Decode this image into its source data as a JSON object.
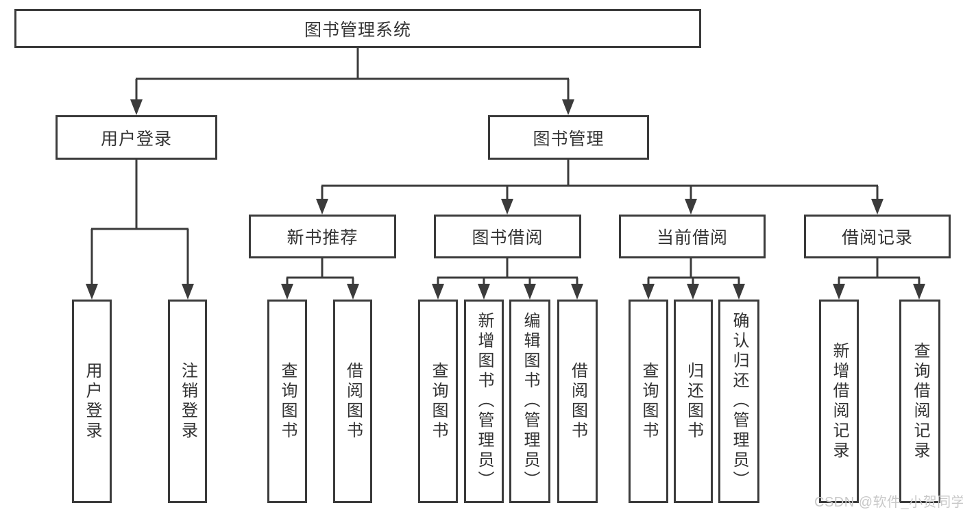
{
  "diagram": {
    "tree": {
      "root": {
        "label": "图书管理系统",
        "children": [
          {
            "label": "用户登录",
            "children": [
              {
                "label": "用户登录"
              },
              {
                "label": "注销登录"
              }
            ]
          },
          {
            "label": "图书管理",
            "children": [
              {
                "label": "新书推荐",
                "children": [
                  {
                    "label": "查询图书"
                  },
                  {
                    "label": "借阅图书"
                  }
                ]
              },
              {
                "label": "图书借阅",
                "children": [
                  {
                    "label": "查询图书"
                  },
                  {
                    "label": "新增图书（管理员）"
                  },
                  {
                    "label": "编辑图书（管理员）"
                  },
                  {
                    "label": "借阅图书"
                  }
                ]
              },
              {
                "label": "当前借阅",
                "children": [
                  {
                    "label": "查询图书"
                  },
                  {
                    "label": "归还图书"
                  },
                  {
                    "label": "确认归还（管理员）"
                  }
                ]
              },
              {
                "label": "借阅记录",
                "children": [
                  {
                    "label": "新增借阅记录"
                  },
                  {
                    "label": "查询借阅记录"
                  }
                ]
              }
            ]
          }
        ]
      }
    },
    "watermark": {
      "text": "CSDN @软件_小贺同学"
    },
    "colors": {
      "line": "#3b3b3b",
      "text": "#333333",
      "watermark": "#c8c8c8",
      "background": "#ffffff"
    }
  }
}
